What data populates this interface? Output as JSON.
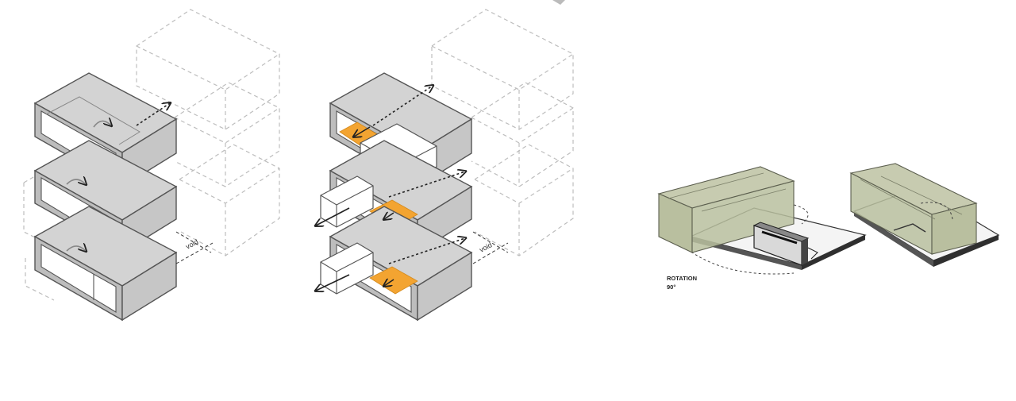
{
  "labels": {
    "void_a": "void",
    "void_b": "void",
    "rotation_title": "ROTATION",
    "rotation_angle": "90°"
  },
  "colors": {
    "box_fill": "#c9c9c9",
    "box_stroke": "#555555",
    "dashed_stroke": "#bdbdbd",
    "accent_orange": "#f3a431",
    "glass_fill": "#b9bf9f",
    "slab": "#f4f4f4",
    "slab_edge": "#2f2f2f"
  }
}
